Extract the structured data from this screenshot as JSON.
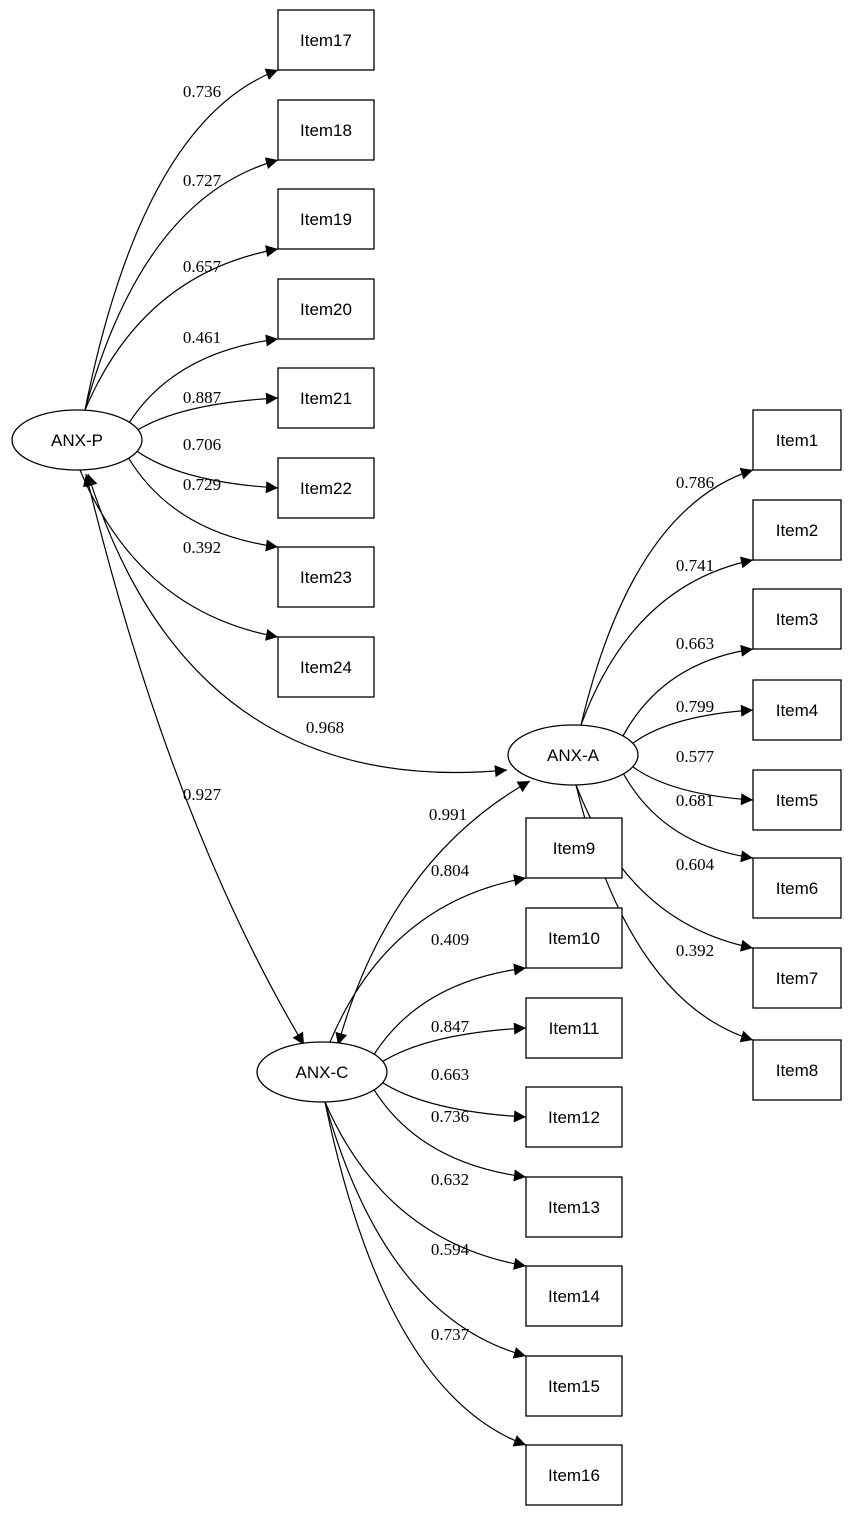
{
  "diagram": {
    "type": "path-diagram",
    "latent_factors": [
      {
        "id": "P",
        "label": "ANX-P"
      },
      {
        "id": "A",
        "label": "ANX-A"
      },
      {
        "id": "C",
        "label": "ANX-C"
      }
    ],
    "loadings": {
      "P": [
        {
          "item": "Item17",
          "value": "0.736"
        },
        {
          "item": "Item18",
          "value": "0.727"
        },
        {
          "item": "Item19",
          "value": "0.657"
        },
        {
          "item": "Item20",
          "value": "0.461"
        },
        {
          "item": "Item21",
          "value": "0.887"
        },
        {
          "item": "Item22",
          "value": "0.706"
        },
        {
          "item": "Item23",
          "value": "0.729"
        },
        {
          "item": "Item24",
          "value": "0.392"
        }
      ],
      "A": [
        {
          "item": "Item1",
          "value": "0.786"
        },
        {
          "item": "Item2",
          "value": "0.741"
        },
        {
          "item": "Item3",
          "value": "0.663"
        },
        {
          "item": "Item4",
          "value": "0.799"
        },
        {
          "item": "Item5",
          "value": "0.577"
        },
        {
          "item": "Item6",
          "value": "0.681"
        },
        {
          "item": "Item7",
          "value": "0.604"
        },
        {
          "item": "Item8",
          "value": "0.392"
        }
      ],
      "C": [
        {
          "item": "Item9",
          "value": "0.804"
        },
        {
          "item": "Item10",
          "value": "0.409"
        },
        {
          "item": "Item11",
          "value": "0.847"
        },
        {
          "item": "Item12",
          "value": "0.663"
        },
        {
          "item": "Item13",
          "value": "0.736"
        },
        {
          "item": "Item14",
          "value": "0.632"
        },
        {
          "item": "Item15",
          "value": "0.594"
        },
        {
          "item": "Item16",
          "value": "0.737"
        }
      ]
    },
    "correlations": [
      {
        "from": "P",
        "to": "A",
        "value": "0.968"
      },
      {
        "from": "P",
        "to": "C",
        "value": "0.927"
      },
      {
        "from": "A",
        "to": "C",
        "value": "0.991"
      }
    ]
  }
}
